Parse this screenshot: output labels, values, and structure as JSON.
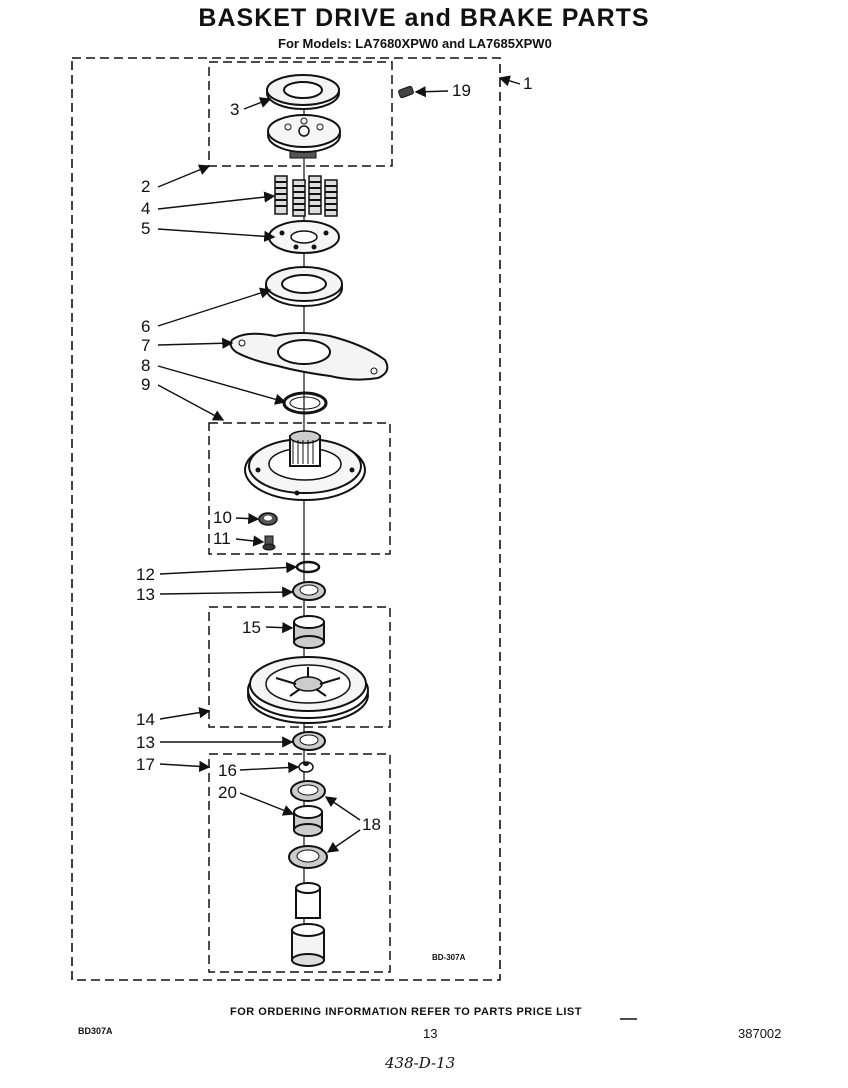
{
  "header": {
    "title": "BASKET DRIVE and BRAKE PARTS",
    "subtitle": "For Models: LA7680XPW0 and LA7685XPW0"
  },
  "callouts": {
    "c1": "1",
    "c2": "2",
    "c3": "3",
    "c4": "4",
    "c5": "5",
    "c6": "6",
    "c7": "7",
    "c8": "8",
    "c9": "9",
    "c10": "10",
    "c11": "11",
    "c12": "12",
    "c13a": "13",
    "c13b": "13",
    "c14": "14",
    "c15": "15",
    "c16": "16",
    "c17": "17",
    "c18": "18",
    "c19": "19",
    "c20": "20"
  },
  "drawing_code": "BD-307A",
  "footer": {
    "ordering_note": "FOR ORDERING INFORMATION REFER TO PARTS PRICE LIST",
    "left_code": "BD307A",
    "page_number": "13",
    "right_code": "387002",
    "handwritten": "438-D-13"
  }
}
